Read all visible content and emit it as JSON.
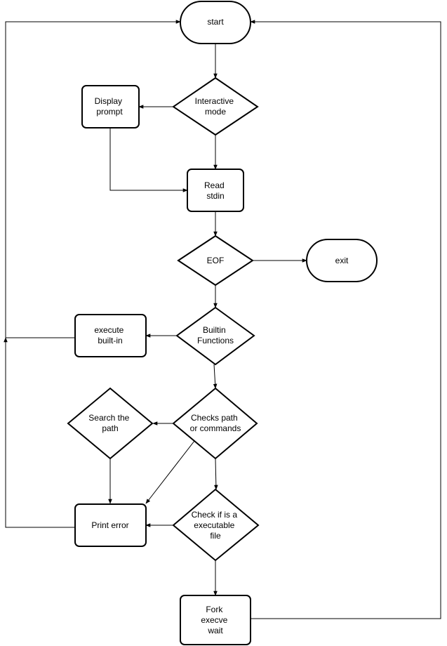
{
  "diagram": {
    "nodes": {
      "start": [
        "start"
      ],
      "interactive": [
        "Interactive",
        "mode"
      ],
      "display": [
        "Display",
        "prompt"
      ],
      "read": [
        "Read",
        "stdin"
      ],
      "eof": [
        "EOF"
      ],
      "exit": [
        "exit"
      ],
      "builtin": [
        "Builtin",
        "Functions"
      ],
      "execute": [
        "execute",
        "built-in"
      ],
      "checks": [
        "Checks path",
        "or commands"
      ],
      "search": [
        "Search the",
        "path"
      ],
      "checkexec": [
        "Check if is a",
        "executable",
        "file"
      ],
      "printerror": [
        "Print error"
      ],
      "fork": [
        "Fork",
        "execve",
        "wait"
      ]
    }
  }
}
